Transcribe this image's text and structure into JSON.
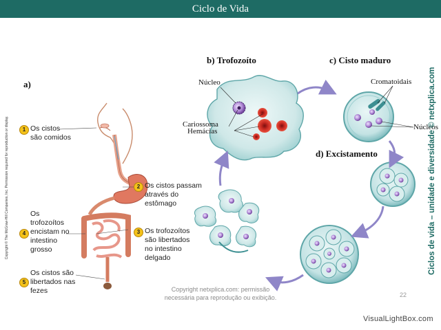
{
  "header": {
    "title": "Ciclo de Vida"
  },
  "labels": {
    "a": "a)",
    "b": "b) Trofozoíto",
    "c": "c) Cisto maduro",
    "d": "d) Excistamento",
    "nucleo": "Núcleo",
    "cariossoma": "Cariossoma",
    "hemacias": "Hemácias",
    "cromatoidais": "Cromatoidais",
    "nucleos": "Núcleos"
  },
  "steps": [
    {
      "num": "1",
      "lines": [
        "Os cistos",
        "são comidos"
      ]
    },
    {
      "num": "2",
      "lines": [
        "Os cistos passam",
        "através do",
        "estômago"
      ]
    },
    {
      "num": "3",
      "lines": [
        "Os trofozoítos",
        "são libertados",
        "no intestino",
        "delgado"
      ]
    },
    {
      "num": "4",
      "lines": [
        "Os",
        "trofozoítos",
        "encistam no",
        "intestino",
        "grosso"
      ]
    },
    {
      "num": "5",
      "lines": [
        "Os cistos são",
        "libertados nas",
        "fezes"
      ]
    }
  ],
  "side_copyright": "Copyright © The McGraw-Hill Companies, Inc. Permission required for reproduction or display.",
  "side_site": "Ciclos de vida – unidade e diversidade © netxplica.com",
  "footer": {
    "line1": "Copyright netxplica.com: permissão",
    "line2": "necessária para reprodução ou exibição."
  },
  "page_number": "22",
  "watermark": "VisualLightBox.com",
  "colors": {
    "header_bg": "#1e6b64",
    "cell": "#cfe8e8",
    "cell_edge": "#5ea6a8",
    "nucleus": "#8a5bb0",
    "rbc": "#d9352b",
    "arrow": "#8f86c8",
    "badge": "#f4c21a"
  }
}
